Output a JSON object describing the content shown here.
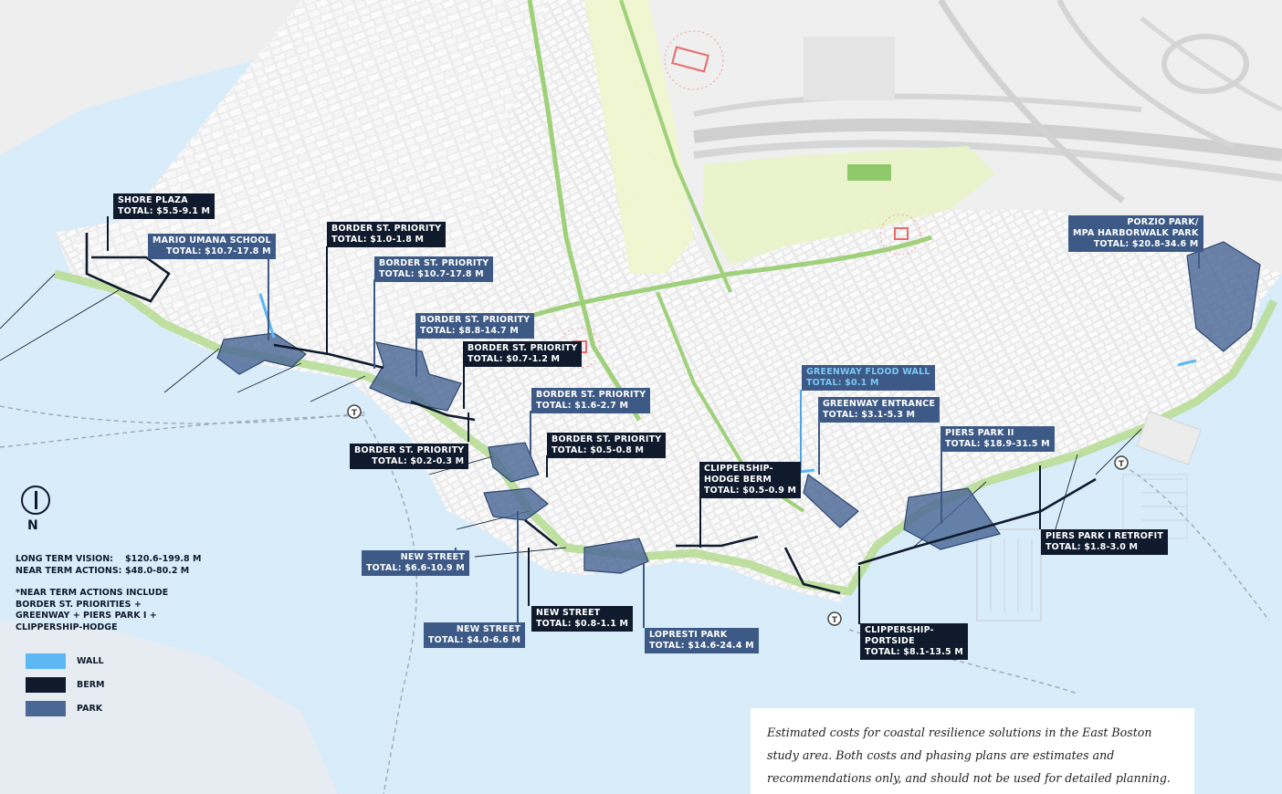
{
  "colors": {
    "water": "#d9ecfa",
    "land": "#f4f4f4",
    "street": "#ffffff",
    "green": "#9fd07a",
    "dark_label": "#0f1b2d",
    "park": "#4a6896",
    "wall": "#5cb8f2",
    "berm": "#0f1b2d"
  },
  "north": {
    "label": "N"
  },
  "totals": {
    "long_term_label": "LONG TERM VISION:",
    "long_term_value": "$120.6-199.8 M",
    "near_term_label": "NEAR TERM ACTIONS:",
    "near_term_value": "$48.0-80.2 M"
  },
  "note": {
    "line1": "*NEAR TERM ACTIONS INCLUDE",
    "line2": "BORDER ST. PRIORITIES +",
    "line3": "GREENWAY + PIERS PARK I +",
    "line4": "CLIPPERSHIP-HODGE"
  },
  "legend": [
    {
      "label": "WALL",
      "color": "#5cb8f2",
      "icon": "wall-swatch"
    },
    {
      "label": "BERM",
      "color": "#0f1b2d",
      "icon": "berm-swatch"
    },
    {
      "label": "PARK",
      "color": "#4a6896",
      "icon": "park-swatch"
    }
  ],
  "caption": {
    "line1": "Estimated costs for coastal  resilience solutions in the East Boston",
    "line2": "study area. Both costs and phasing plans are estimates and",
    "line3": "recommendations only, and should not be used for detailed planning."
  },
  "labels": {
    "shore_plaza": {
      "l1": "SHORE PLAZA",
      "l2": "TOTAL: $5.5-9.1 M"
    },
    "mario_umana": {
      "l1": "MARIO UMANA SCHOOL",
      "l2": "TOTAL: $10.7-17.8 M"
    },
    "border_1": {
      "l1": "BORDER ST. PRIORITY",
      "l2": "TOTAL: $1.0-1.8 M"
    },
    "border_2": {
      "l1": "BORDER ST. PRIORITY",
      "l2": "TOTAL: $10.7-17.8 M"
    },
    "border_3": {
      "l1": "BORDER ST. PRIORITY",
      "l2": "TOTAL: $8.8-14.7 M"
    },
    "border_4": {
      "l1": "BORDER ST. PRIORITY",
      "l2": "TOTAL: $0.7-1.2 M"
    },
    "border_5": {
      "l1": "BORDER ST. PRIORITY",
      "l2": "TOTAL: $1.6-2.7 M"
    },
    "border_6": {
      "l1": "BORDER ST. PRIORITY",
      "l2": "TOTAL: $0.5-0.8 M"
    },
    "border_7": {
      "l1": "BORDER ST. PRIORITY",
      "l2": "TOTAL: $0.2-0.3 M"
    },
    "new_street_1": {
      "l1": "NEW STREET",
      "l2": "TOTAL: $6.6-10.9 M"
    },
    "new_street_2": {
      "l1": "NEW STREET",
      "l2": "TOTAL: $0.8-1.1 M"
    },
    "new_street_3": {
      "l1": "NEW STREET",
      "l2": "TOTAL: $4.0-6.6 M"
    },
    "lopresti": {
      "l1": "LOPRESTI PARK",
      "l2": "TOTAL: $14.6-24.4 M"
    },
    "clippership_hodge": {
      "l1": "CLIPPERSHIP-",
      "l2": "HODGE BERM",
      "l3": "TOTAL: $0.5-0.9 M"
    },
    "greenway_wall": {
      "l1": "GREENWAY FLOOD WALL",
      "l2": "TOTAL: $0.1 M"
    },
    "greenway_entrance": {
      "l1": "GREENWAY ENTRANCE",
      "l2": "TOTAL: $3.1-5.3 M"
    },
    "piers_park_2": {
      "l1": "PIERS PARK II",
      "l2": "TOTAL: $18.9-31.5 M"
    },
    "piers_park_1": {
      "l1": "PIERS PARK I RETROFIT",
      "l2": "TOTAL: $1.8-3.0 M"
    },
    "clippership_portside": {
      "l1": "CLIPPERSHIP-",
      "l2": "PORTSIDE",
      "l3": "TOTAL: $8.1-13.5 M"
    },
    "porzio": {
      "l1": "PORZIO PARK/",
      "l2": "MPA HARBORWALK PARK",
      "l3": "TOTAL: $20.8-34.6 M"
    }
  }
}
